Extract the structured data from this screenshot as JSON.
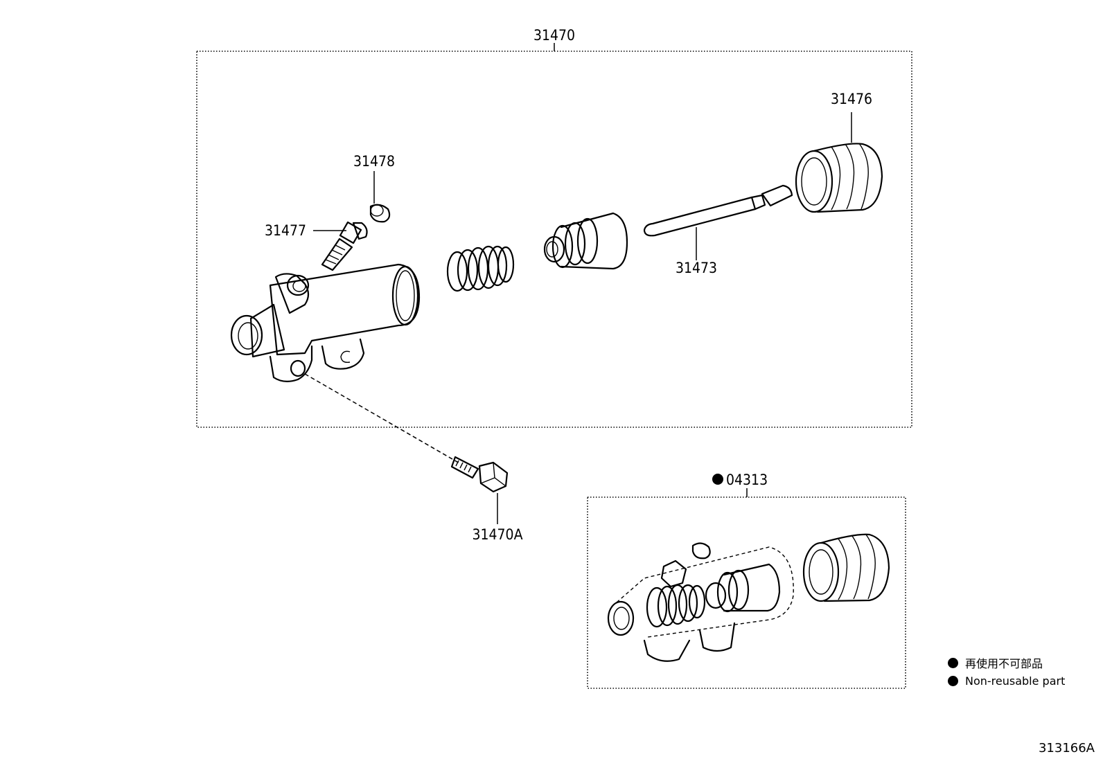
{
  "labels": {
    "assembly": "31470",
    "boot": "31476",
    "cap": "31478",
    "bleeder": "31477",
    "rod": "31473",
    "bolt": "31470A",
    "kit": "04313"
  },
  "legend": {
    "jp": "再使用不可部品",
    "en": "Non-reusable part"
  },
  "drawing_code": "313166A"
}
